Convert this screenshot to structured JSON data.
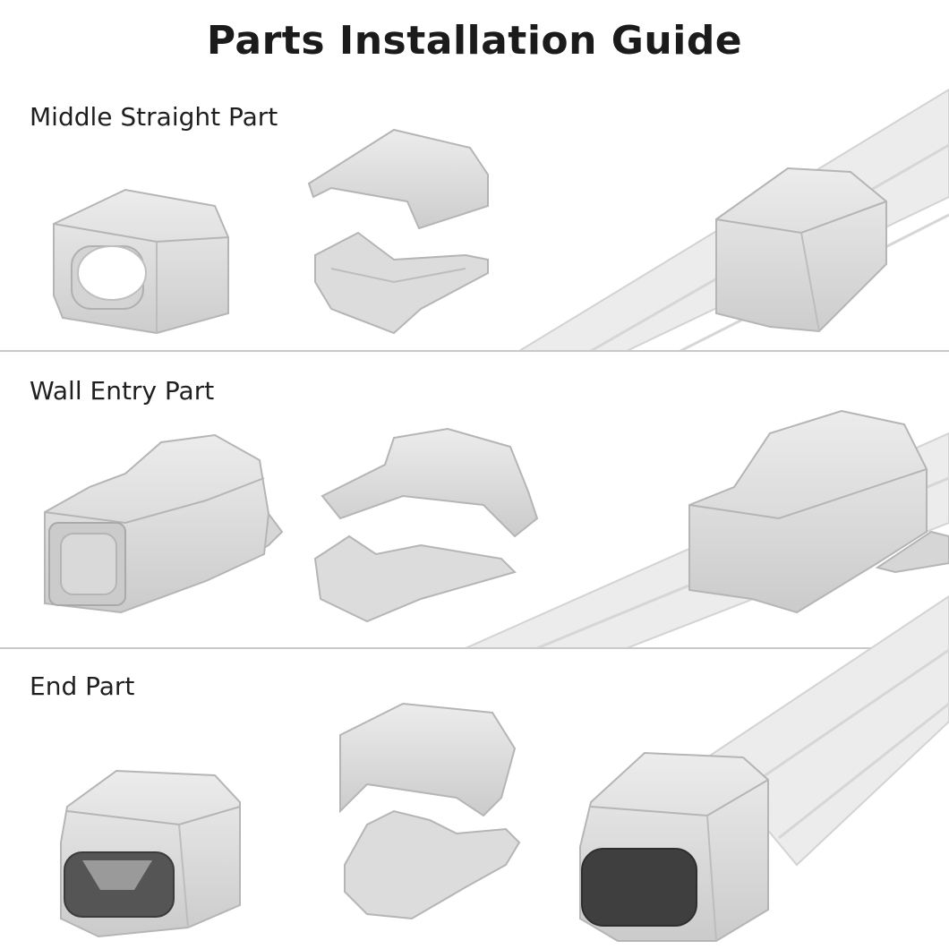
{
  "title": "Parts Installation Guide",
  "sections": [
    {
      "label": "Middle Straight Part"
    },
    {
      "label": "Wall Entry Part"
    },
    {
      "label": "End Part"
    }
  ],
  "colors": {
    "part_fill": "#e2e2e2",
    "part_shade": "#cfcfcf",
    "part_dark": "#a9a9a9",
    "divider": "#c9c9c9"
  },
  "icons": [
    "straight-coupler",
    "straight-coupler-open",
    "straight-coupler-installed",
    "wall-entry",
    "wall-entry-open",
    "wall-entry-installed",
    "end-cap",
    "end-cap-open",
    "end-cap-installed"
  ]
}
